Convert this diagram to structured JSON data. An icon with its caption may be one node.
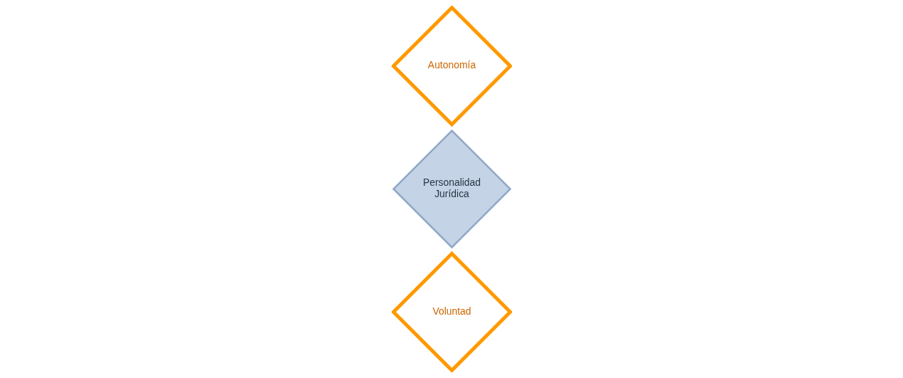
{
  "diagram": {
    "nodes": [
      {
        "text": [
          "Autonomía"
        ]
      },
      {
        "text": [
          "Personalidad Jurídica"
        ]
      },
      {
        "text": [
          "Voluntad"
        ]
      }
    ],
    "edges": []
  }
}
